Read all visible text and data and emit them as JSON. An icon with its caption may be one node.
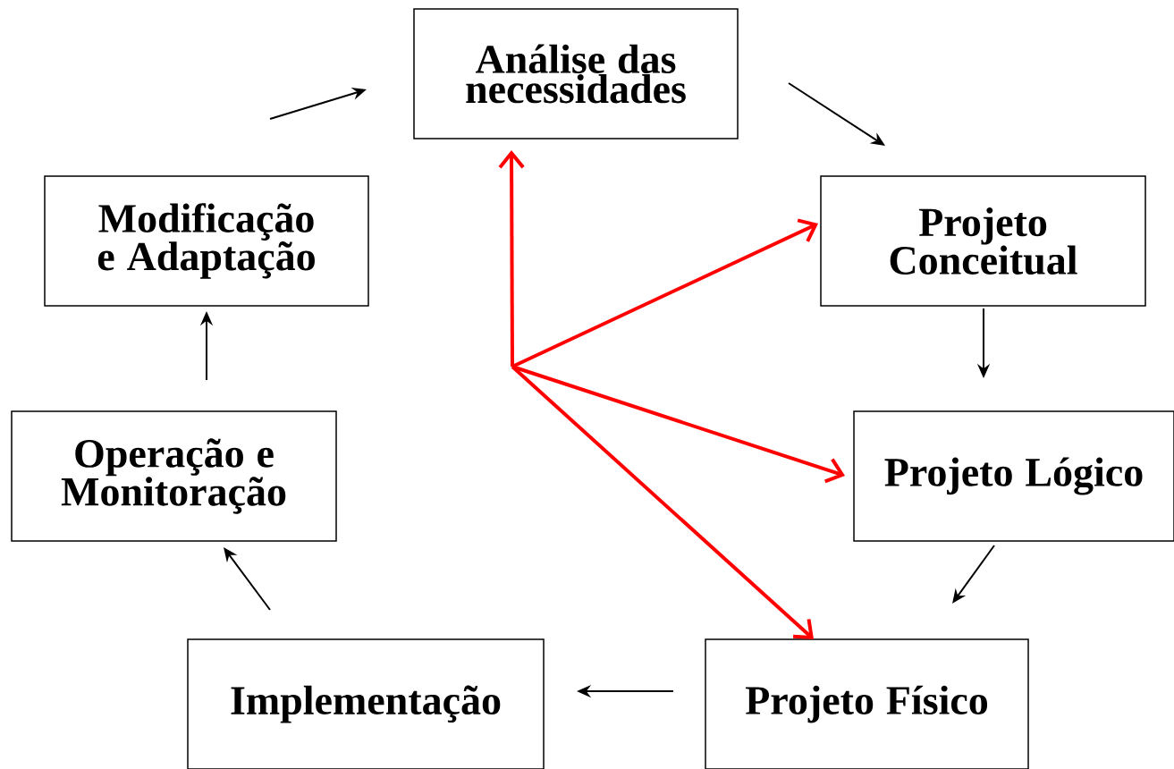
{
  "diagram": {
    "nodes": [
      {
        "text": [
          "Análise das necessidades"
        ]
      },
      {
        "text": [
          "Projeto Conceitual"
        ]
      },
      {
        "text": [
          "Projeto Lógico"
        ]
      },
      {
        "text": [
          "Projeto Físico"
        ]
      },
      {
        "text": [
          "Implementação"
        ]
      },
      {
        "text": [
          "Operação e Monitoração"
        ]
      },
      {
        "text": [
          "Modificação e Adaptação"
        ]
      }
    ],
    "edges": [
      {
        "from": 0,
        "to": 1,
        "arrow": "to"
      },
      {
        "from": 1,
        "to": 2,
        "arrow": "to"
      },
      {
        "from": 2,
        "to": 3,
        "arrow": "to"
      },
      {
        "from": 3,
        "to": 4,
        "arrow": "to"
      },
      {
        "from": 4,
        "to": 5,
        "arrow": "to"
      },
      {
        "from": 5,
        "to": 6,
        "arrow": "to"
      },
      {
        "from": 6,
        "to": 0,
        "arrow": "to"
      },
      {
        "from": null,
        "to": 0,
        "arrow": "to",
        "style": "thick",
        "color": "#ff0000"
      },
      {
        "from": null,
        "to": 1,
        "arrow": "to",
        "style": "thick",
        "color": "#ff0000"
      },
      {
        "from": null,
        "to": 2,
        "arrow": "to",
        "style": "thick",
        "color": "#ff0000"
      },
      {
        "from": null,
        "to": 3,
        "arrow": "to",
        "style": "thick",
        "color": "#ff0000"
      }
    ]
  }
}
